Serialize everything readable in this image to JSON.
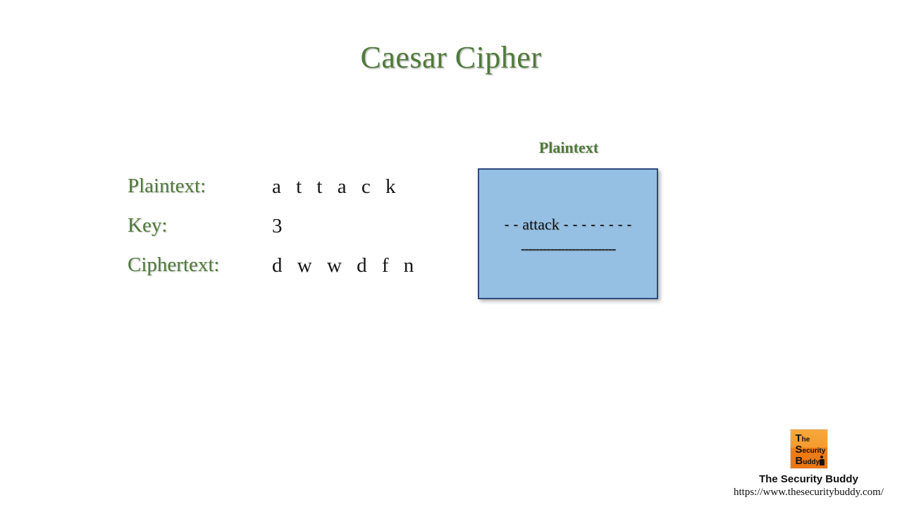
{
  "slide": {
    "title": "Caesar Cipher",
    "background_color": "#ffffff",
    "accent_green": "#4f7a3a",
    "box_fill": "#95c0e3",
    "box_border": "#2e4a7d"
  },
  "info": {
    "rows": [
      {
        "label": "Plaintext:",
        "value": "a t t a c k"
      },
      {
        "label": "Key:",
        "value": "3"
      },
      {
        "label": "Ciphertext:",
        "value": "d w w d f n"
      }
    ]
  },
  "diagram": {
    "caption": "Plaintext",
    "box": {
      "line1_prefix": "- - ",
      "line1_word": "attack",
      "line1_suffix": " - - - - - - - -",
      "line2": "--------------------------"
    }
  },
  "brand": {
    "logo": {
      "line1_initial": "T",
      "line1_rest": "he",
      "line2_initial": "S",
      "line2_rest": "ecurity",
      "line3_initial": "B",
      "line3_rest": "uddy",
      "figure_icon": "person-icon"
    },
    "name": "The Security Buddy",
    "url": "https://www.thesecuritybuddy.com/"
  }
}
